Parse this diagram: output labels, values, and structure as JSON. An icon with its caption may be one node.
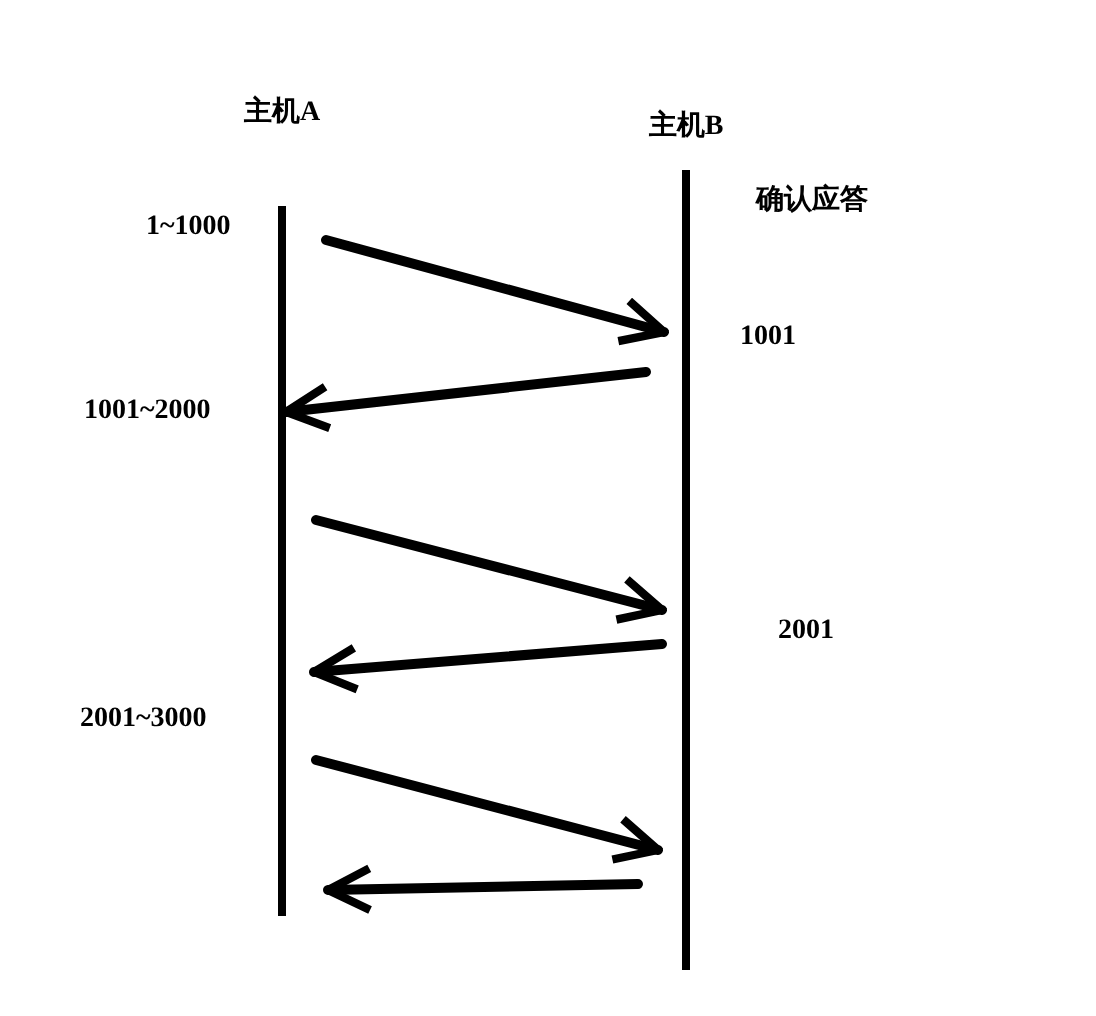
{
  "diagram": {
    "nodes": [
      {
        "text": [
          "主机A"
        ]
      },
      {
        "text": [
          "主机B"
        ]
      }
    ],
    "edges": [
      {
        "from": 0,
        "to": 1,
        "arrow": "to"
      },
      {
        "from": 1,
        "to": 0,
        "arrow": "to"
      },
      {
        "from": 0,
        "to": 1,
        "arrow": "to"
      },
      {
        "from": 1,
        "to": 0,
        "arrow": "to"
      },
      {
        "from": 0,
        "to": 1,
        "arrow": "to"
      },
      {
        "from": 1,
        "to": 0,
        "arrow": "to"
      }
    ],
    "labels": [
      "确认应答",
      "1~1000",
      "1001",
      "1001~2000",
      "2001",
      "2001~3000"
    ]
  }
}
